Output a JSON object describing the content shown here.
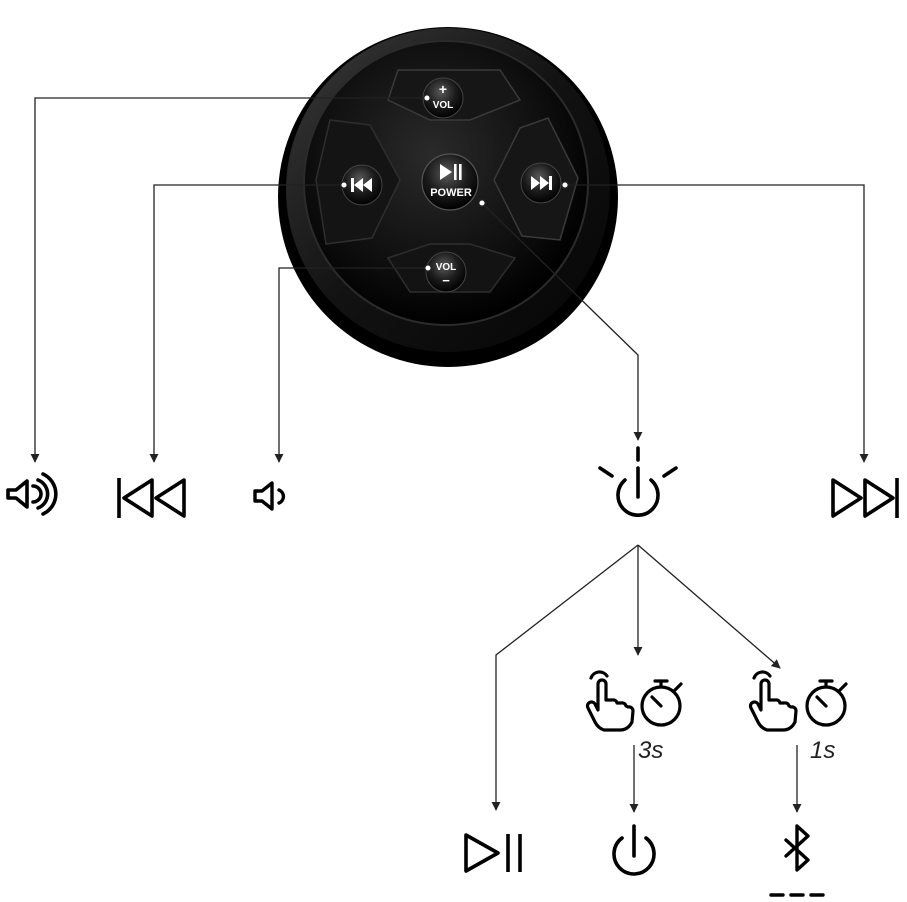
{
  "remote": {
    "vol_up": {
      "symbol": "+",
      "label": "VOL"
    },
    "vol_down": {
      "symbol": "−",
      "label": "VOL"
    },
    "power": {
      "glyph": "▶‖",
      "label": "POWER"
    },
    "prev": {
      "glyph": "⏮"
    },
    "next": {
      "glyph": "⏭"
    }
  },
  "durations": {
    "long_press": "3s",
    "short_press": "1s"
  },
  "icons": {
    "volume_up": "speaker-loud-icon",
    "previous": "skip-previous-icon",
    "volume_down": "speaker-quiet-icon",
    "power_active": "power-blink-icon",
    "next": "skip-next-icon",
    "press_3s": "hand-press-icon + stopwatch-icon",
    "press_1s": "hand-press-icon + stopwatch-icon",
    "play_pause": "play-pause-icon",
    "power_off": "power-icon",
    "bluetooth_pairing": "bluetooth-icon"
  },
  "colors": {
    "device_body": "#0b0b0b",
    "button_face": "#1a1a1a",
    "line": "#222222",
    "icon": "#000000",
    "background": "#ffffff"
  }
}
